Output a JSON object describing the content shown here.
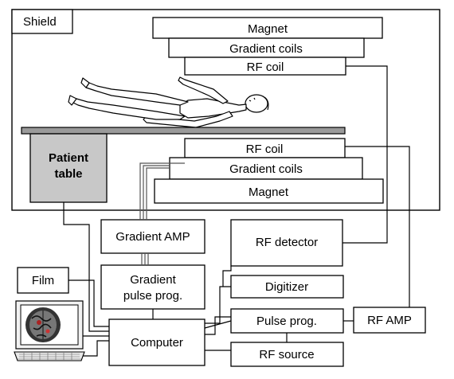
{
  "shield_label": "Shield",
  "upper": {
    "magnet": "Magnet",
    "gradient_coils": "Gradient coils",
    "rf_coil": "RF coil"
  },
  "patient_table": {
    "line1": "Patient",
    "line2": "table"
  },
  "lower": {
    "rf_coil": "RF coil",
    "gradient_coils": "Gradient coils",
    "magnet": "Magnet"
  },
  "blocks": {
    "gradient_amp": "Gradient AMP",
    "rf_detector": "RF detector",
    "film": "Film",
    "gradient_pulse_line1": "Gradient",
    "gradient_pulse_line2": "pulse prog.",
    "digitizer": "Digitizer",
    "pulse_prog": "Pulse prog.",
    "rf_amp": "RF AMP",
    "computer": "Computer",
    "rf_source": "RF source"
  },
  "colors": {
    "table_fill": "#c8c8c8",
    "table_top": "#9a9a9a"
  },
  "icons": {
    "patient": "lying-person-figure",
    "monitor": "computer-monitor-brain-scan-icon",
    "keyboard": "keyboard-icon"
  }
}
